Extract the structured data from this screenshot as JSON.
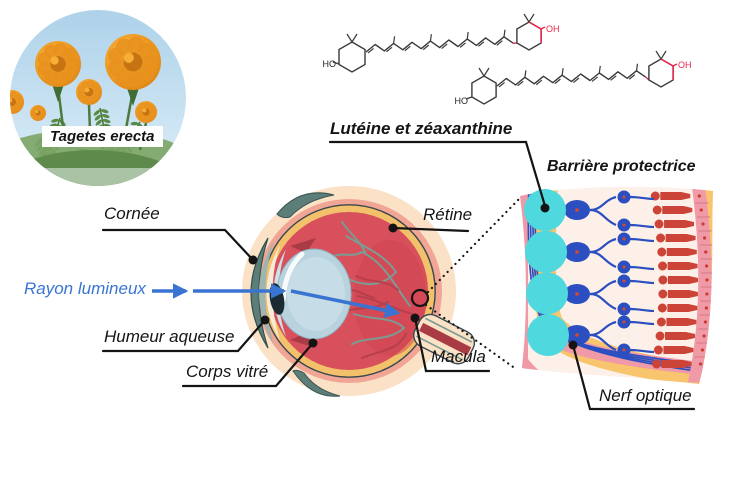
{
  "figure": {
    "photo": {
      "caption": "Tagetes erecta"
    },
    "molecule": {
      "label": "Lutéine et zéaxanthine",
      "ho_label": "HO",
      "oh_label": "OH"
    },
    "eye_labels": {
      "cornea": "Cornée",
      "light_ray": "Rayon lumineux",
      "aqueous_humor": "Humeur aqueuse",
      "vitreous_body": "Corps vitré",
      "retina": "Rétine",
      "macula": "Macula"
    },
    "closeup_labels": {
      "protective_barrier": "Barrière protectrice",
      "optic_nerve": "Nerf optique"
    }
  },
  "colors": {
    "accent-blue": "#3a74d3",
    "label-ink": "#141414",
    "bond-ink": "#3a3a3a",
    "oh-red": "#e8274b",
    "cyan-barrier": "#4fd9de",
    "neuron-blue": "#2b4fc0",
    "receptor-red": "#cc4437",
    "eye-red": "#d7505c",
    "eye-red-dark": "#cf4150",
    "sclera-cream": "#fbe2c7",
    "salmon": "#f0a595",
    "band-orange": "#f3c06b",
    "closeup-orange": "#f8c46d",
    "closeup-pink": "#ef9aa6",
    "closeup-bg": "#fdf0e9",
    "muscle-teal": "#5d7d78",
    "vessel-teal": "#7c9b93",
    "vessel-red": "#b5404c",
    "outline-dark": "#37474f",
    "sky-blue-top": "#aed2ea",
    "sky-blue-bottom": "#ddeef8",
    "flower-orange": "#e8901d",
    "leaf-green": "#5b8a46"
  }
}
